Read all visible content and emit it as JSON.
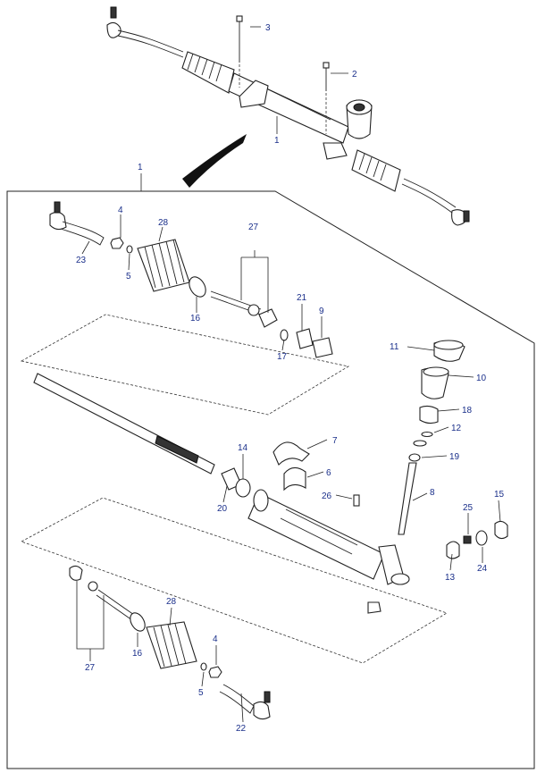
{
  "diagram": {
    "callouts": [
      {
        "id": "c1a",
        "text": "1"
      },
      {
        "id": "c2",
        "text": "2"
      },
      {
        "id": "c3",
        "text": "3"
      },
      {
        "id": "c1b",
        "text": "1"
      },
      {
        "id": "c4a",
        "text": "4"
      },
      {
        "id": "c28a",
        "text": "28"
      },
      {
        "id": "c27a",
        "text": "27"
      },
      {
        "id": "c23",
        "text": "23"
      },
      {
        "id": "c5a",
        "text": "5"
      },
      {
        "id": "c16a",
        "text": "16"
      },
      {
        "id": "c21",
        "text": "21"
      },
      {
        "id": "c9",
        "text": "9"
      },
      {
        "id": "c17",
        "text": "17"
      },
      {
        "id": "c11",
        "text": "11"
      },
      {
        "id": "c10",
        "text": "10"
      },
      {
        "id": "c18",
        "text": "18"
      },
      {
        "id": "c12",
        "text": "12"
      },
      {
        "id": "c7",
        "text": "7"
      },
      {
        "id": "c14",
        "text": "14"
      },
      {
        "id": "c19",
        "text": "19"
      },
      {
        "id": "c6",
        "text": "6"
      },
      {
        "id": "c26",
        "text": "26"
      },
      {
        "id": "c8",
        "text": "8"
      },
      {
        "id": "c20",
        "text": "20"
      },
      {
        "id": "c15",
        "text": "15"
      },
      {
        "id": "c25",
        "text": "25"
      },
      {
        "id": "c13",
        "text": "13"
      },
      {
        "id": "c24",
        "text": "24"
      },
      {
        "id": "c28b",
        "text": "28"
      },
      {
        "id": "c4b",
        "text": "4"
      },
      {
        "id": "c27b",
        "text": "27"
      },
      {
        "id": "c16b",
        "text": "16"
      },
      {
        "id": "c5b",
        "text": "5"
      },
      {
        "id": "c22",
        "text": "22"
      }
    ]
  }
}
